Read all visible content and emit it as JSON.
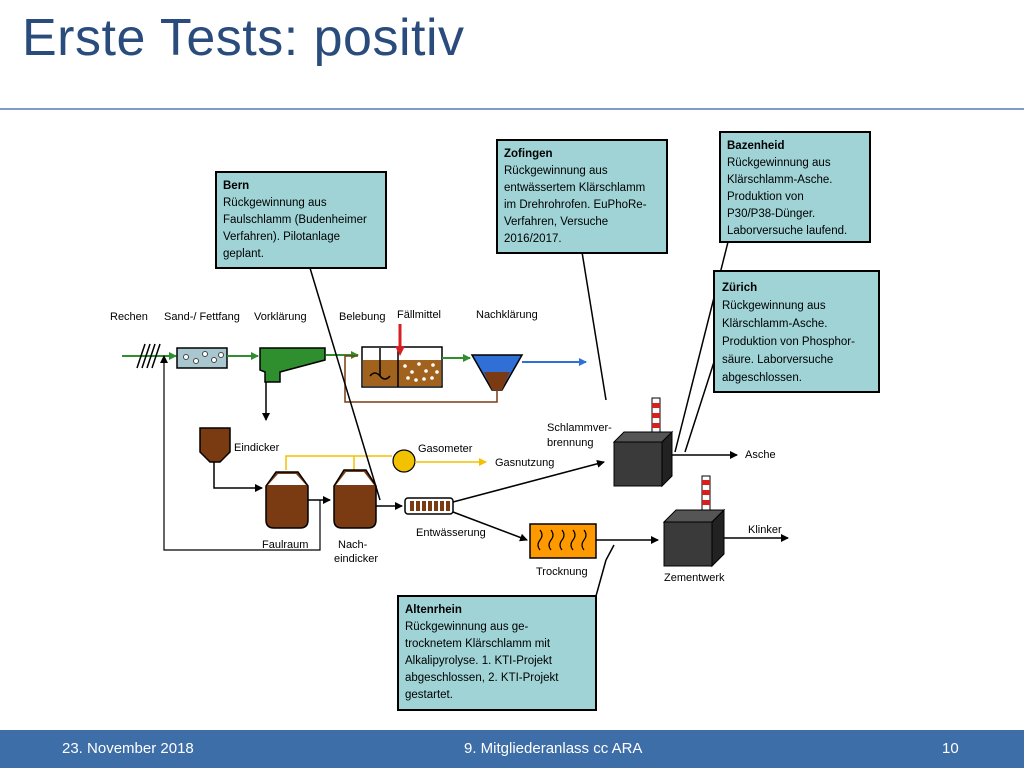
{
  "slide": {
    "title": "Erste Tests: positiv"
  },
  "footer": {
    "date": "23. November 2018",
    "event": "9. Mitgliederanlass cc ARA",
    "page": "10"
  },
  "colors": {
    "title": "#2a4c7d",
    "footer_bg": "#3d6ea8",
    "callout_fill": "#9fd3d6",
    "sludge": "#7a3b12",
    "green": "#2f8f2f",
    "water": "#2f6fd6",
    "gas": "#f2c200",
    "dryer": "#ff9900"
  },
  "process_labels": {
    "rechen": "Rechen",
    "sandfang": "Sand-/ Fettfang",
    "vorklaerung": "Vorklärung",
    "belebung": "Belebung",
    "faellmittel": "Fällmittel",
    "nachklaerung": "Nachklärung",
    "eindicker": "Eindicker",
    "gasometer": "Gasometer",
    "gasnutzung": "Gasnutzung",
    "faulraum": "Faulraum",
    "nacheindicker_1": "Nach-",
    "nacheindicker_2": "eindicker",
    "entwaesserung": "Entwässerung",
    "schlammverbrennung_1": "Schlammver-",
    "schlammverbrennung_2": "brennung",
    "asche": "Asche",
    "trocknung": "Trocknung",
    "zementwerk": "Zementwerk",
    "klinker": "Klinker"
  },
  "callouts": {
    "bern": {
      "title": "Bern",
      "lines": [
        "Rückgewinnung aus",
        "Faulschlamm (Budenheimer",
        "Verfahren). Pilotanlage",
        "geplant."
      ]
    },
    "zofingen": {
      "title": "Zofingen",
      "lines": [
        "Rückgewinnung aus",
        "entwässertem Klärschlamm",
        "im Drehrohrofen. EuPhoRe-",
        "Verfahren, Versuche",
        "2016/2017."
      ]
    },
    "bazenheid": {
      "title": "Bazenheid",
      "lines": [
        "Rückgewinnung aus",
        "Klärschlamm-Asche.",
        "Produktion von",
        "P30/P38-Dünger.",
        "Laborversuche laufend."
      ]
    },
    "zuerich": {
      "title": "Zürich",
      "lines": [
        "Rückgewinnung aus",
        "Klärschlamm-Asche.",
        "Produktion von Phosphor-",
        "säure. Laborversuche",
        "abgeschlossen."
      ]
    },
    "altenrhein": {
      "title": "Altenrhein",
      "lines": [
        "Rückgewinnung aus ge-",
        "trocknetem Klärschlamm mit",
        "Alkalipyrolyse. 1. KTI-Projekt",
        "abgeschlossen, 2. KTI-Projekt",
        "gestartet."
      ]
    }
  }
}
